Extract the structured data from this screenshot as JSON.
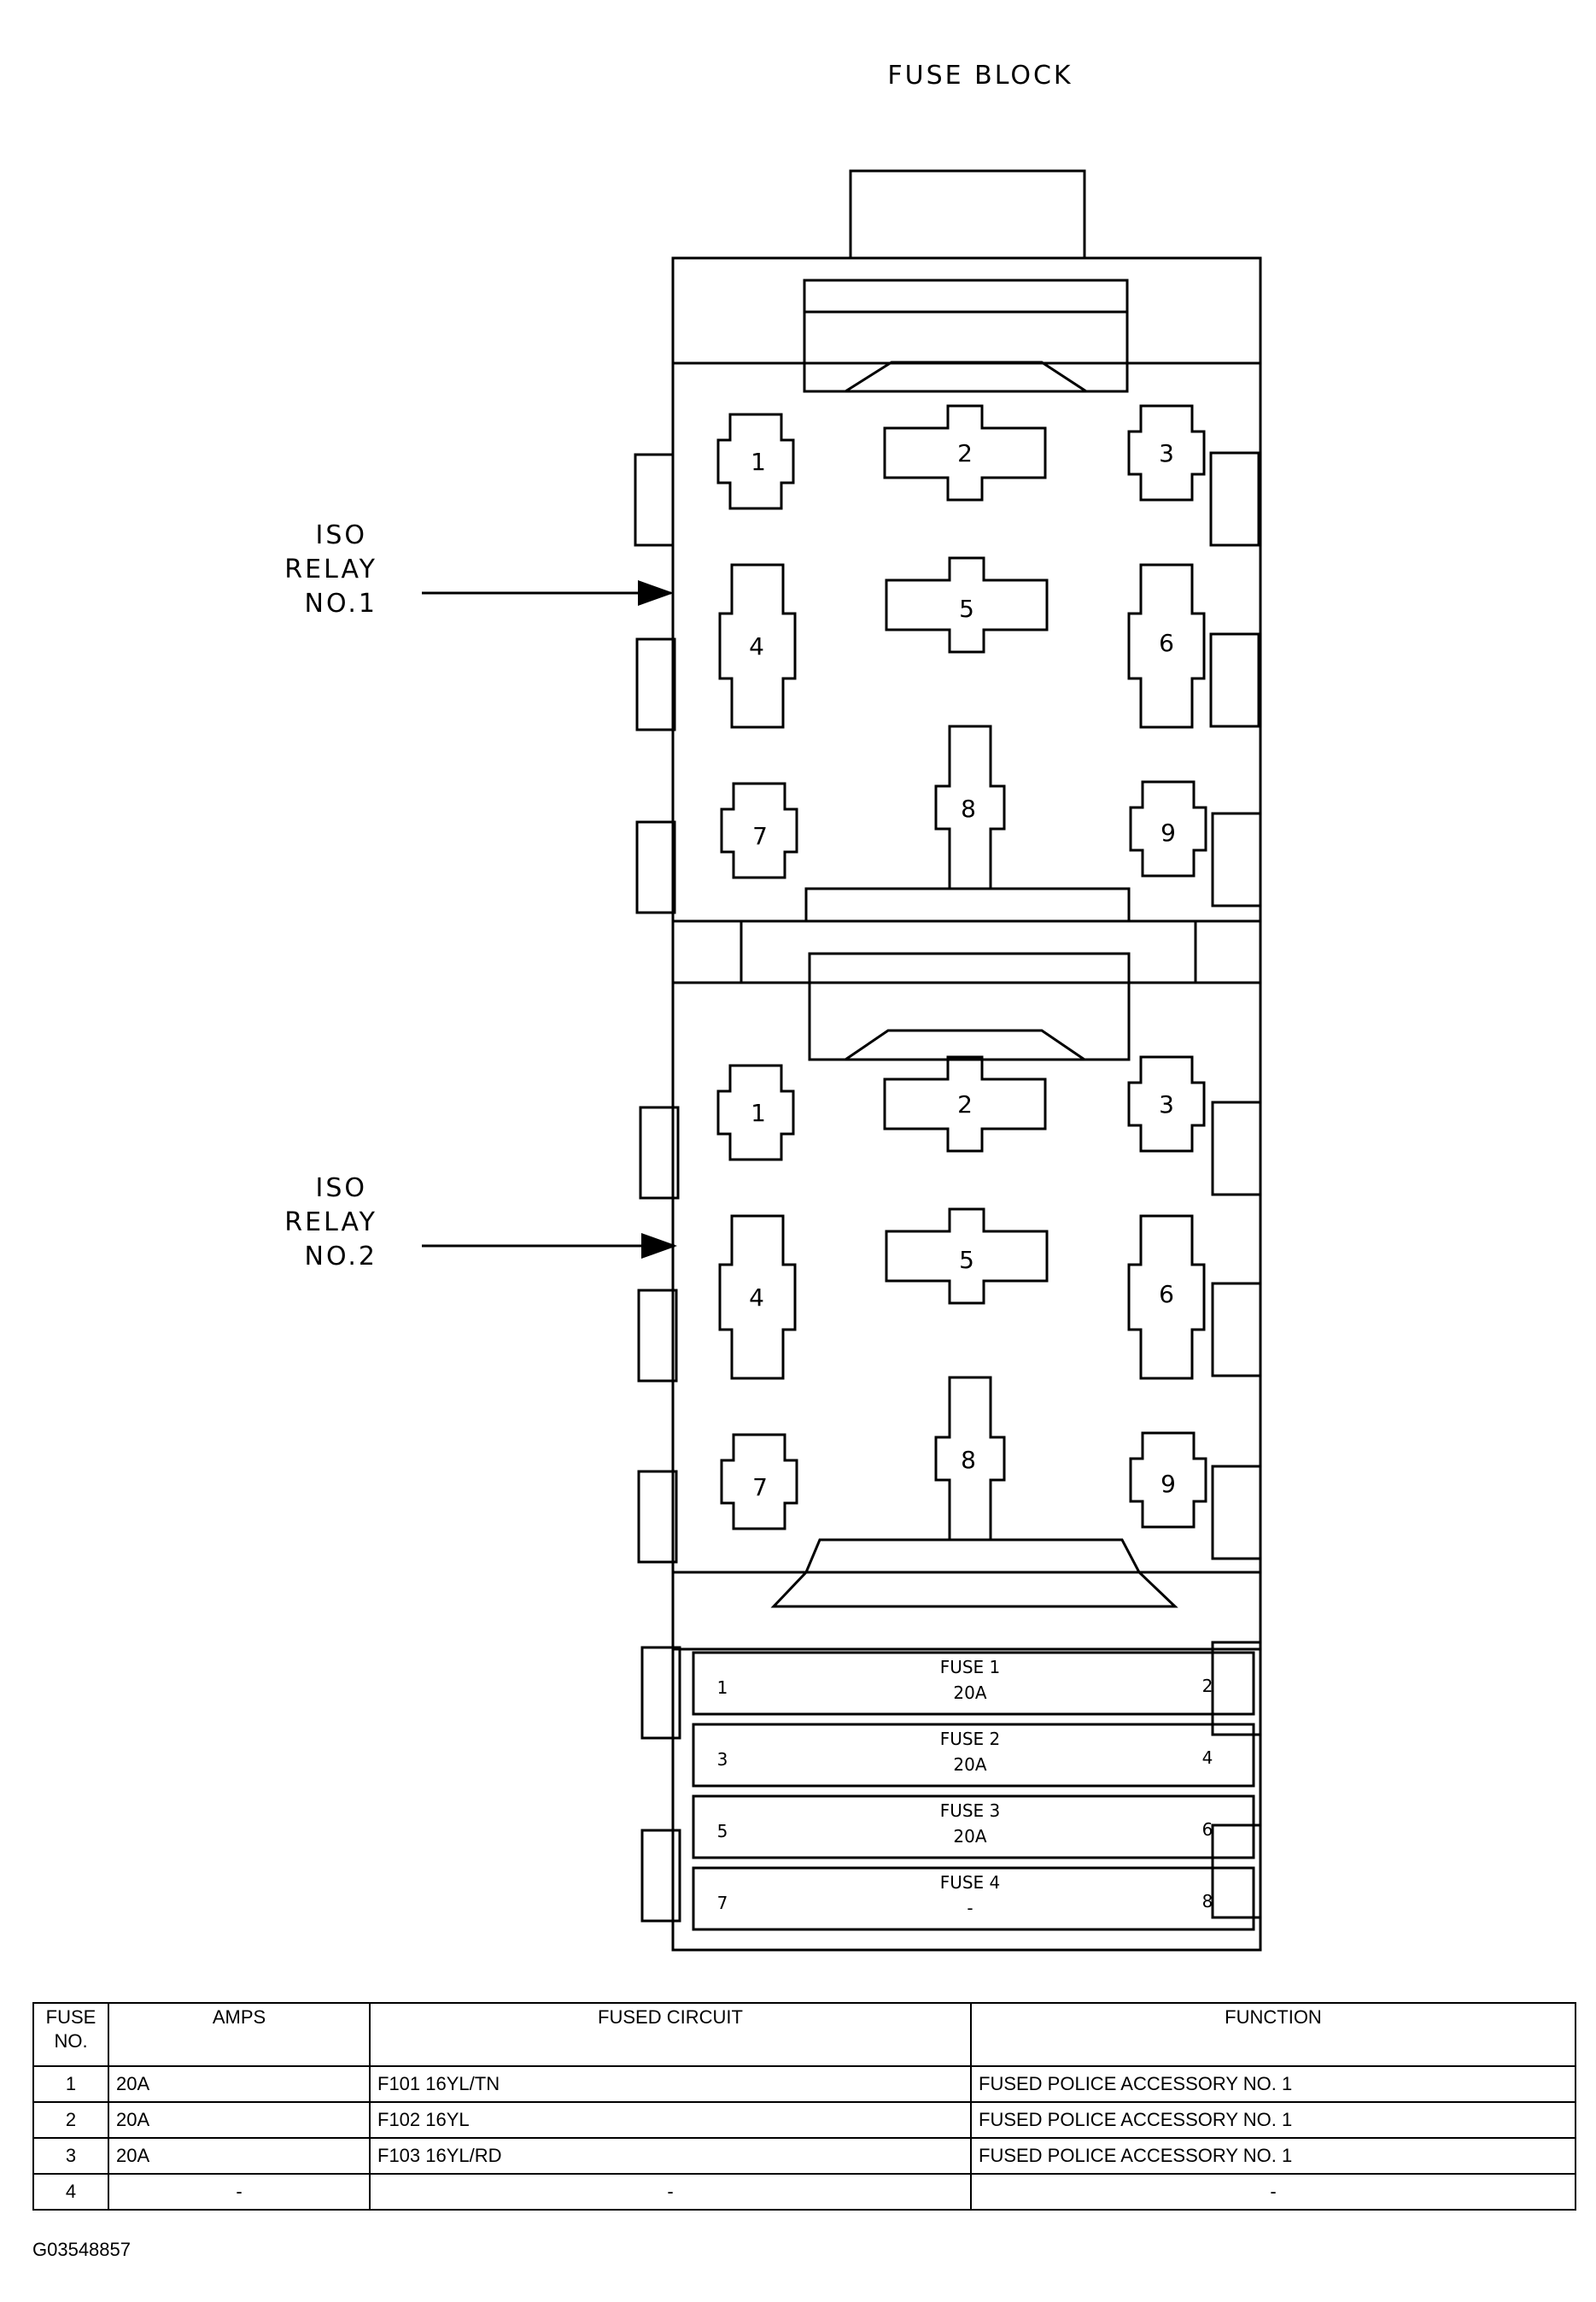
{
  "title": "FUSE BLOCK",
  "callouts": [
    {
      "lines": [
        "ISO",
        "RELAY",
        "NO.1"
      ]
    },
    {
      "lines": [
        "ISO",
        "RELAY",
        "NO.2"
      ]
    }
  ],
  "relay_cavities": [
    "1",
    "2",
    "3",
    "4",
    "5",
    "6",
    "7",
    "8",
    "9"
  ],
  "fuse_slots": [
    {
      "left": "1",
      "name": "FUSE 1",
      "amps": "20A",
      "right": "2"
    },
    {
      "left": "3",
      "name": "FUSE 2",
      "amps": "20A",
      "right": "4"
    },
    {
      "left": "5",
      "name": "FUSE 3",
      "amps": "20A",
      "right": "6"
    },
    {
      "left": "7",
      "name": "FUSE 4",
      "amps": "-",
      "right": "8"
    }
  ],
  "table": {
    "headers": {
      "fuse_no": "FUSE\nNO.",
      "amps": "AMPS",
      "circuit": "FUSED CIRCUIT",
      "function": "FUNCTION"
    },
    "rows": [
      {
        "fuse": "1",
        "amps": "20A",
        "circuit": "F101 16YL/TN",
        "function": "FUSED POLICE ACCESSORY NO. 1"
      },
      {
        "fuse": "2",
        "amps": "20A",
        "circuit": "F102 16YL",
        "function": "FUSED POLICE ACCESSORY NO. 1"
      },
      {
        "fuse": "3",
        "amps": "20A",
        "circuit": "F103 16YL/RD",
        "function": "FUSED POLICE ACCESSORY NO. 1"
      },
      {
        "fuse": "4",
        "amps": "-",
        "circuit": "-",
        "function": "-"
      }
    ]
  },
  "image_id": "G03548857"
}
